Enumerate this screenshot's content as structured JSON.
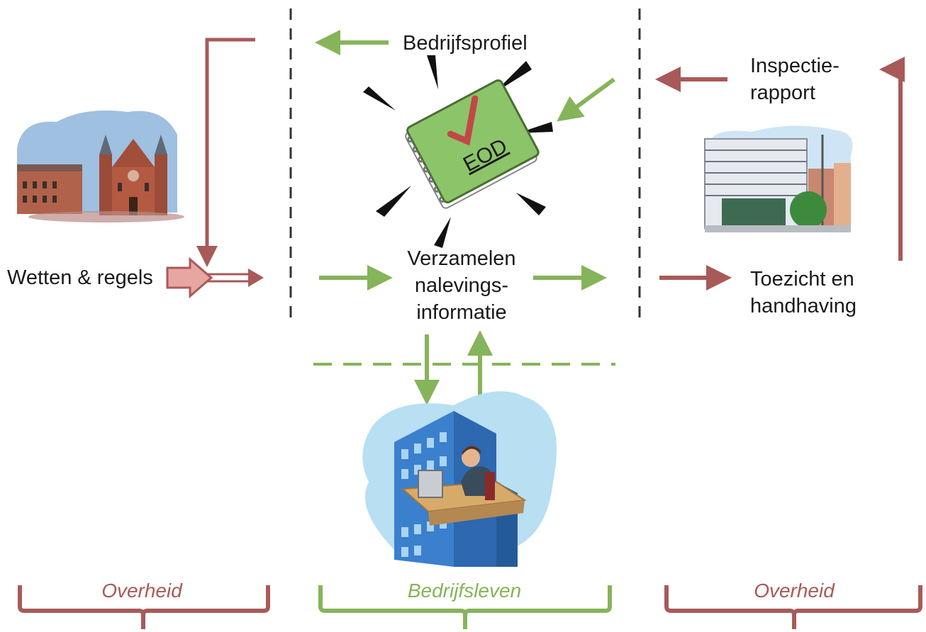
{
  "labels": {
    "wetten": "Wetten & regels",
    "bedrijfsprofiel": "Bedrijfsprofiel",
    "verzamelen_1": "Verzamelen",
    "verzamelen_2": "nalevings-",
    "verzamelen_3": "informatie",
    "inspectie_1": "Inspectie-",
    "inspectie_2": "rapport",
    "toezicht_1": "Toezicht en",
    "toezicht_2": "handhaving"
  },
  "icons": {
    "book_text": "EOD",
    "parliament": "binnenhof-building-icon",
    "office": "inspection-office-building-icon",
    "business": "businessman-at-desk-icon"
  },
  "braces": {
    "left": "Overheid",
    "middle": "Bedrijfsleven",
    "right": "Overheid"
  },
  "colors": {
    "red": "#a85a58",
    "green": "#86b45a",
    "book_green": "#8cc46a",
    "dashed_black": "#333333"
  }
}
